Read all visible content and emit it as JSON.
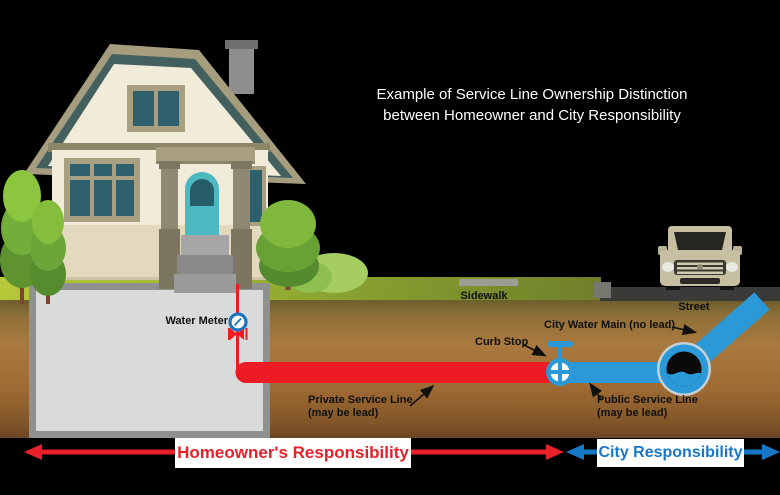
{
  "title": {
    "line1": "Example of Service Line Ownership Distinction",
    "line2": "between Homeowner and City Responsibility"
  },
  "diagram_labels": {
    "water_meter": "Water Meter",
    "sidewalk": "Sidewalk",
    "street": "Street",
    "city_water_main": "City Water Main (no lead)",
    "curb_stop": "Curb Stop",
    "private_service_line": {
      "name": "Private Service Line",
      "note": "(may be lead)"
    },
    "public_service_line": {
      "name": "Public Service Line",
      "note": "(may be lead)"
    }
  },
  "responsibility": {
    "homeowner": "Homeowner's Responsibility",
    "city": "City Responsibility"
  },
  "icons": {
    "water_meter_icon": "blue round dial gauge",
    "shutoff_valve_icon": "red bowtie valve",
    "curb_stop_icon": "blue wheel valve with T handle",
    "water_main_icon": "pipe cross-section with water",
    "house_icon": "cartoon house with trees",
    "car_icon": "front view SUV"
  },
  "colors": {
    "private_line": "#ed1c24",
    "public_line": "#2b99d8",
    "homeowner_accent": "#e8202a",
    "city_accent": "#1878c8",
    "dirt": "#a9793f",
    "grass": "#9ab232",
    "basement": "#d9dada",
    "street": "#3a3a38",
    "background": "#000000"
  }
}
